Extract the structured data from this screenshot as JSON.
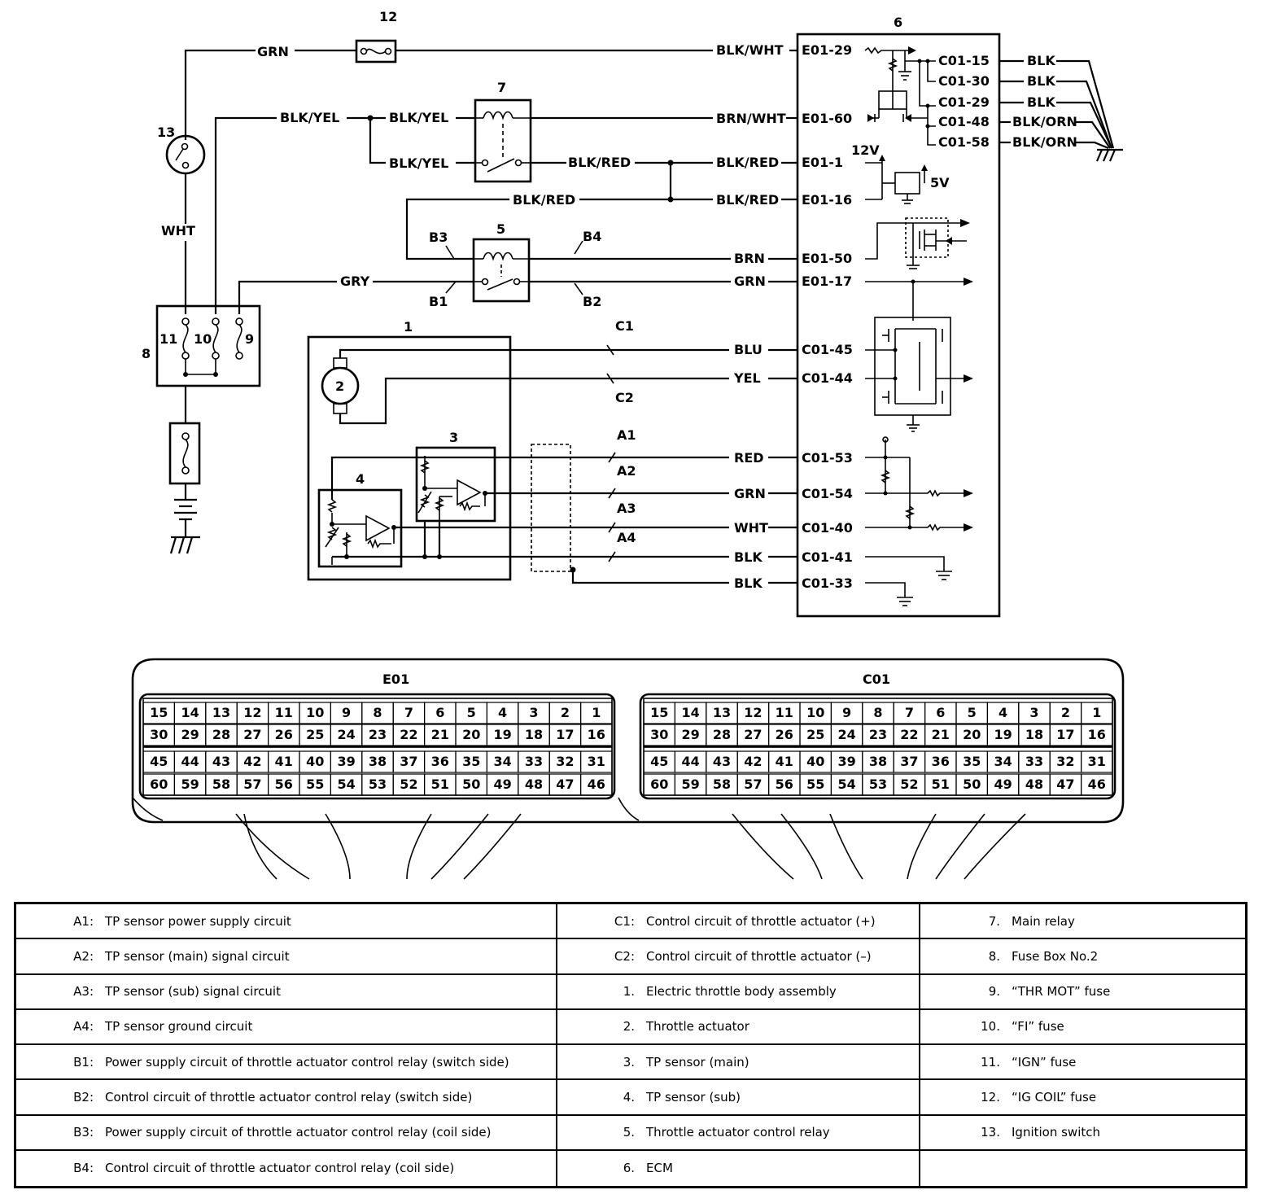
{
  "component_numbers": {
    "n1": "1",
    "n2": "2",
    "n3": "3",
    "n4": "4",
    "n5": "5",
    "n6": "6",
    "n7": "7",
    "n8": "8",
    "n9": "9",
    "n10": "10",
    "n11": "11",
    "n12": "12",
    "n13": "13"
  },
  "wire_colors": {
    "grn_top": "GRN",
    "blk_wht": "BLK/WHT",
    "blk_yel_1": "BLK/YEL",
    "blk_yel_2": "BLK/YEL",
    "blk_yel_3": "BLK/YEL",
    "brn_wht": "BRN/WHT",
    "blk_red_1": "BLK/RED",
    "blk_red_2": "BLK/RED",
    "blk_red_3": "BLK/RED",
    "wht_main": "WHT",
    "brn": "BRN",
    "gry": "GRY",
    "grn_b2": "GRN",
    "blu": "BLU",
    "yel": "YEL",
    "red": "RED",
    "grn_a2": "GRN",
    "wht_a3": "WHT",
    "blk_a4": "BLK",
    "blk_c33": "BLK",
    "blk_15": "BLK",
    "blk_30": "BLK",
    "blk_29": "BLK",
    "blk_orn_48": "BLK/ORN",
    "blk_orn_58": "BLK/ORN"
  },
  "circuit_labels": {
    "a1": "A1",
    "a2": "A2",
    "a3": "A3",
    "a4": "A4",
    "b1": "B1",
    "b2": "B2",
    "b3": "B3",
    "b4": "B4",
    "c1": "C1",
    "c2": "C2"
  },
  "terminals": {
    "e01_29": "E01-29",
    "e01_60": "E01-60",
    "e01_1": "E01-1",
    "e01_16": "E01-16",
    "e01_50": "E01-50",
    "e01_17": "E01-17",
    "c01_45": "C01-45",
    "c01_44": "C01-44",
    "c01_53": "C01-53",
    "c01_54": "C01-54",
    "c01_40": "C01-40",
    "c01_41": "C01-41",
    "c01_33": "C01-33",
    "c01_15": "C01-15",
    "c01_30": "C01-30",
    "c01_29": "C01-29",
    "c01_48": "C01-48",
    "c01_58": "C01-58"
  },
  "voltages": {
    "v12": "12V",
    "v5": "5V"
  },
  "connectors": [
    {
      "title": "E01",
      "rows": [
        [
          "15",
          "14",
          "13",
          "12",
          "11",
          "10",
          "9",
          "8",
          "7",
          "6",
          "5",
          "4",
          "3",
          "2",
          "1"
        ],
        [
          "30",
          "29",
          "28",
          "27",
          "26",
          "25",
          "24",
          "23",
          "22",
          "21",
          "20",
          "19",
          "18",
          "17",
          "16"
        ],
        [
          "45",
          "44",
          "43",
          "42",
          "41",
          "40",
          "39",
          "38",
          "37",
          "36",
          "35",
          "34",
          "33",
          "32",
          "31"
        ],
        [
          "60",
          "59",
          "58",
          "57",
          "56",
          "55",
          "54",
          "53",
          "52",
          "51",
          "50",
          "49",
          "48",
          "47",
          "46"
        ]
      ]
    },
    {
      "title": "C01",
      "rows": [
        [
          "15",
          "14",
          "13",
          "12",
          "11",
          "10",
          "9",
          "8",
          "7",
          "6",
          "5",
          "4",
          "3",
          "2",
          "1"
        ],
        [
          "30",
          "29",
          "28",
          "27",
          "26",
          "25",
          "24",
          "23",
          "22",
          "21",
          "20",
          "19",
          "18",
          "17",
          "16"
        ],
        [
          "45",
          "44",
          "43",
          "42",
          "41",
          "40",
          "39",
          "38",
          "37",
          "36",
          "35",
          "34",
          "33",
          "32",
          "31"
        ],
        [
          "60",
          "59",
          "58",
          "57",
          "56",
          "55",
          "54",
          "53",
          "52",
          "51",
          "50",
          "49",
          "48",
          "47",
          "46"
        ]
      ]
    }
  ],
  "legend": [
    {
      "key": "A1:",
      "text": "TP sensor power supply circuit"
    },
    {
      "key": "C1:",
      "text": "Control circuit of throttle actuator (+)"
    },
    {
      "key": "7.",
      "text": "Main relay"
    },
    {
      "key": "A2:",
      "text": "TP sensor (main) signal circuit"
    },
    {
      "key": "C2:",
      "text": "Control circuit of throttle actuator (–)"
    },
    {
      "key": "8.",
      "text": "Fuse Box No.2"
    },
    {
      "key": "A3:",
      "text": "TP sensor (sub) signal circuit"
    },
    {
      "key": "1.",
      "text": "Electric throttle body assembly"
    },
    {
      "key": "9.",
      "text": "“THR MOT” fuse"
    },
    {
      "key": "A4:",
      "text": "TP sensor ground circuit"
    },
    {
      "key": "2.",
      "text": "Throttle actuator"
    },
    {
      "key": "10.",
      "text": "“FI” fuse"
    },
    {
      "key": "B1:",
      "text": "Power supply circuit of throttle actuator control relay (switch side)"
    },
    {
      "key": "3.",
      "text": "TP sensor (main)"
    },
    {
      "key": "11.",
      "text": "“IGN” fuse"
    },
    {
      "key": "B2:",
      "text": "Control circuit of throttle actuator control relay (switch side)"
    },
    {
      "key": "4.",
      "text": "TP sensor (sub)"
    },
    {
      "key": "12.",
      "text": "“IG COIL” fuse"
    },
    {
      "key": "B3:",
      "text": "Power supply circuit of throttle actuator control relay (coil side)"
    },
    {
      "key": "5.",
      "text": "Throttle actuator control relay"
    },
    {
      "key": "13.",
      "text": "Ignition switch"
    },
    {
      "key": "B4:",
      "text": "Control circuit of throttle actuator control relay (coil side)"
    },
    {
      "key": "6.",
      "text": "ECM"
    },
    {
      "key": "",
      "text": ""
    }
  ]
}
